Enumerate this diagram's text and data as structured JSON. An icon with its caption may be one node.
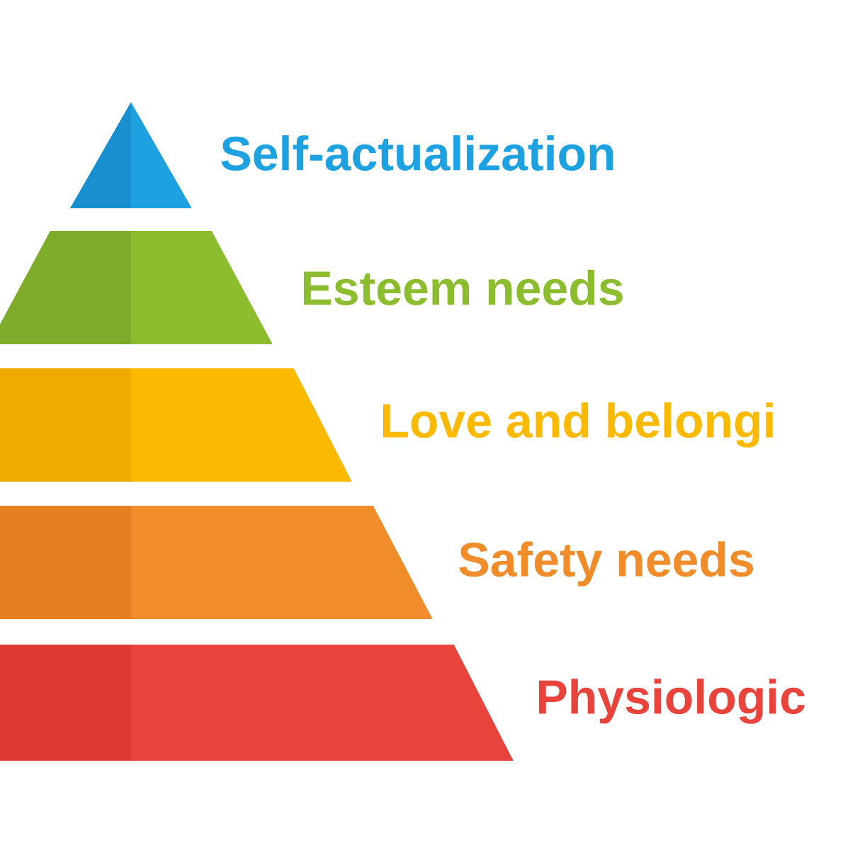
{
  "diagram": {
    "nodes": [
      {
        "text": [],
        "shape": "triangle",
        "beside": [
          "Self-actualization"
        ]
      },
      {
        "text": [],
        "shape": "trapezoid",
        "beside": [
          "Esteem needs"
        ]
      },
      {
        "text": [],
        "shape": "trapezoid",
        "beside": [
          "Love and belongi"
        ]
      },
      {
        "text": [],
        "shape": "trapezoid",
        "beside": [
          "Safety needs"
        ]
      },
      {
        "text": [],
        "shape": "trapezoid",
        "beside": [
          "Physiologic"
        ]
      }
    ]
  }
}
